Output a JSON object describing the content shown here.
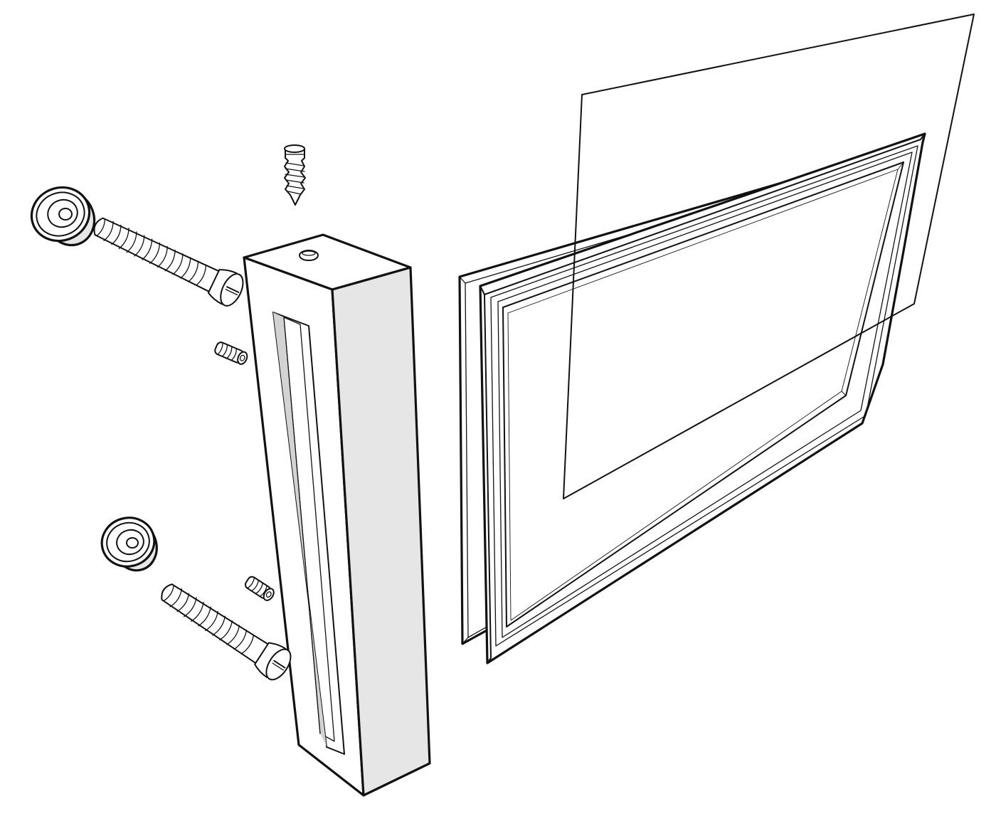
{
  "diagram": {
    "style": "black line art exploded assembly drawing",
    "background": "#ffffff",
    "ink": "#111111",
    "parts": [
      "upper-standoff-cap",
      "upper-wood-screw",
      "top-wood-screw",
      "upper-set-screw",
      "handle-post",
      "lower-standoff-cap",
      "lower-wood-screw",
      "lower-set-screw",
      "rear-frame-panel",
      "front-frame-panel",
      "glass-sheet"
    ]
  }
}
